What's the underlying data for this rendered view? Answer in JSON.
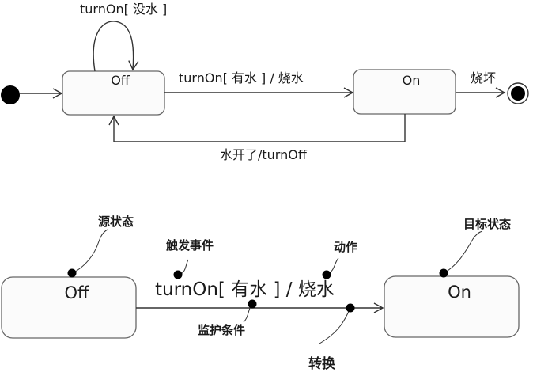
{
  "top_diagram": {
    "states": {
      "off": "Off",
      "on": "On"
    },
    "transitions": {
      "self_loop": "turnOn[ 没水 ]",
      "off_to_on": "turnOn[ 有水 ] / 烧水",
      "on_to_off": "水开了/turnOff",
      "on_to_final": "烧坏"
    }
  },
  "bottom_diagram": {
    "states": {
      "source": "Off",
      "target": "On"
    },
    "transition_label": "turnOn[ 有水 ] / 烧水",
    "annotations": {
      "source_state": "源状态",
      "trigger_event": "触发事件",
      "action": "动作",
      "target_state": "目标状态",
      "guard_condition": "监护条件",
      "transition": "转换"
    }
  },
  "colors": {
    "line": "#333333",
    "state_fill": "#fbfbfb",
    "state_border": "#555555",
    "dot": "#000000"
  }
}
